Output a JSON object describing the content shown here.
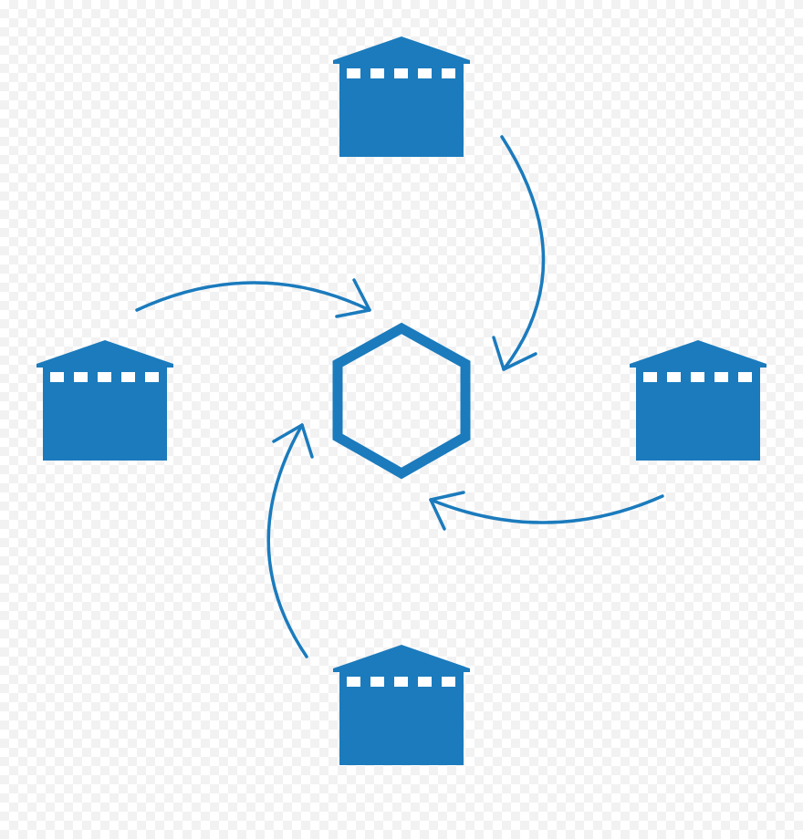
{
  "diagram": {
    "colors": {
      "primary": "#1b7bbd",
      "window": "#ffffff"
    },
    "center_node": {
      "shape": "hexagon",
      "icon": "hub-hexagon-icon"
    },
    "nodes": [
      {
        "id": "top",
        "icon": "warehouse-icon",
        "flow_direction": "toward-center"
      },
      {
        "id": "left",
        "icon": "warehouse-icon",
        "flow_direction": "toward-center"
      },
      {
        "id": "right",
        "icon": "warehouse-icon",
        "flow_direction": "toward-center"
      },
      {
        "id": "bottom",
        "icon": "warehouse-icon",
        "flow_direction": "toward-center"
      }
    ]
  }
}
